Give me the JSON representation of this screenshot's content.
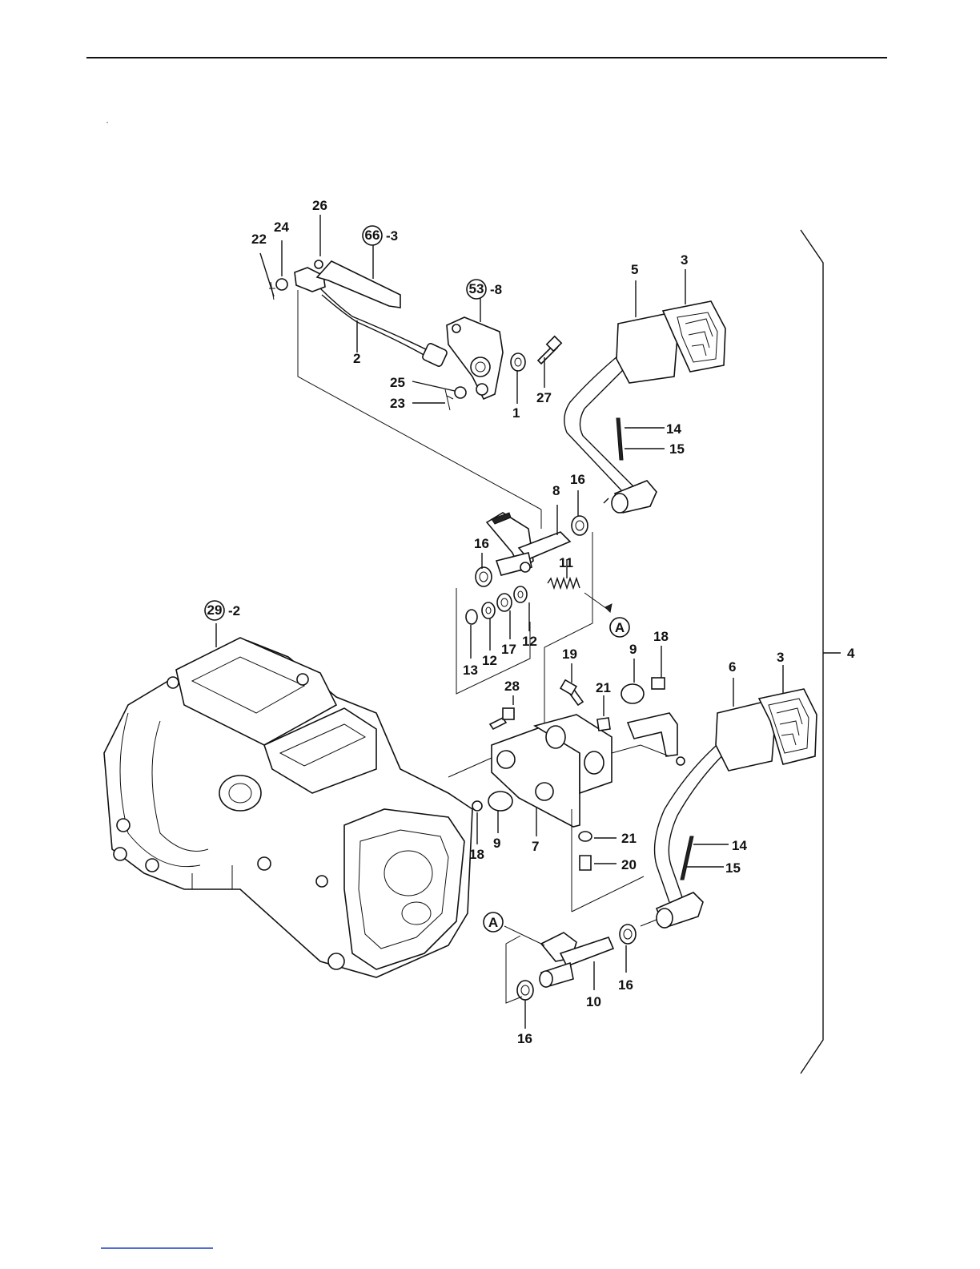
{
  "page": {
    "stray_mark": "·",
    "bottom_link_color": "#1a3fbf"
  },
  "labels": {
    "l1": "1",
    "l2": "2",
    "l3a": "3",
    "l3b": "3",
    "l4": "4",
    "l5": "5",
    "l6": "6",
    "l7": "7",
    "l8": "8",
    "l9a": "9",
    "l9b": "9",
    "l10": "10",
    "l11": "11",
    "l12a": "12",
    "l12b": "12",
    "l13": "13",
    "l14a": "14",
    "l14b": "14",
    "l15a": "15",
    "l15b": "15",
    "l16a": "16",
    "l16b": "16",
    "l16c": "16",
    "l16d": "16",
    "l17": "17",
    "l18a": "18",
    "l18b": "18",
    "l19": "19",
    "l20": "20",
    "l21a": "21",
    "l21b": "21",
    "l22": "22",
    "l23": "23",
    "l24": "24",
    "l25": "25",
    "l26": "26",
    "l27": "27",
    "l28": "28"
  },
  "references": {
    "ref66": {
      "circle": "66",
      "suffix": "-3"
    },
    "ref53": {
      "circle": "53",
      "suffix": "-8"
    },
    "ref29": {
      "circle": "29",
      "suffix": "-2"
    }
  },
  "connectors": {
    "a1": "A",
    "a2": "A"
  },
  "icons": [
    "clutch-pedal-icon",
    "brake-pedal-icon",
    "transmission-housing-icon",
    "pedal-bracket-icon",
    "shaft-icon",
    "spring-icon",
    "washer-icon",
    "bolt-icon"
  ]
}
